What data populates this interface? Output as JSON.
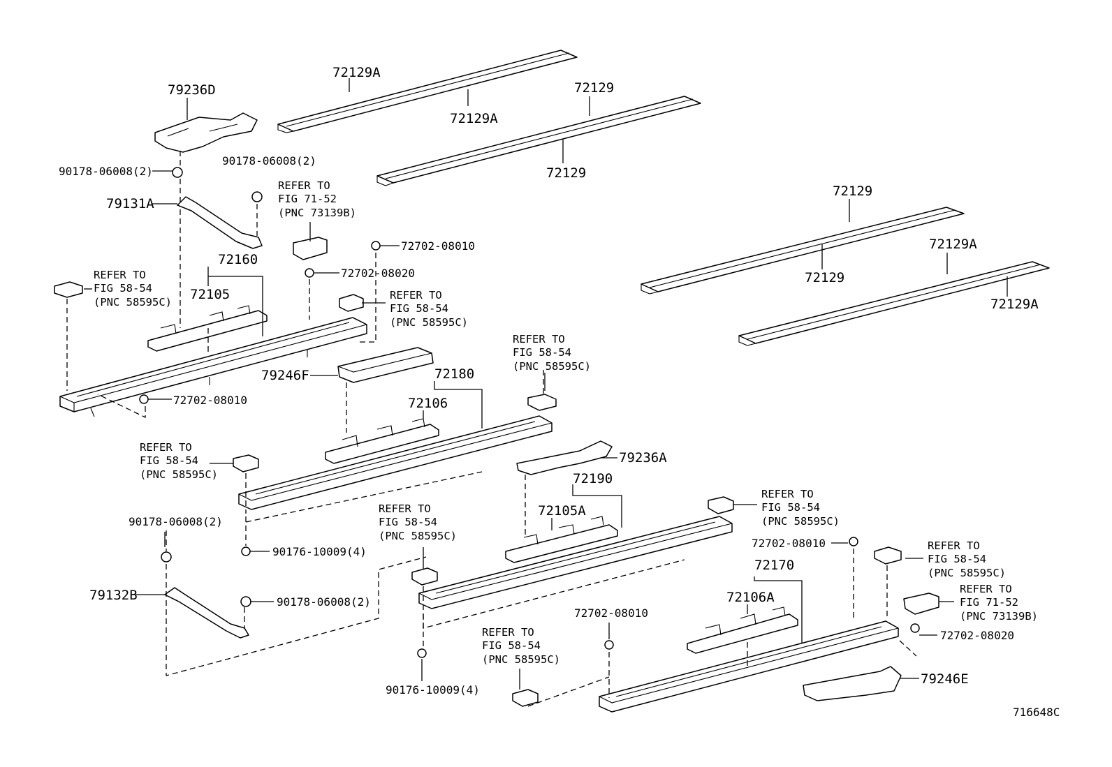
{
  "diagram": {
    "code": "716648C",
    "labels": {
      "l72129A_a": "72129A",
      "l72129A_b": "72129A",
      "l72129_a": "72129",
      "l72129_b": "72129",
      "l72129_c": "72129",
      "l72129_d": "72129",
      "l72129A_c": "72129A",
      "l72129A_d": "72129A",
      "l79236D": "79236D",
      "l90178_a": "90178-06008(2)",
      "l90178_b": "90178-06008(2)",
      "l79131A": "79131A",
      "l72702_08010_a": "72702-08010",
      "l72702_08020_a": "72702-08020",
      "l72160": "72160",
      "l72105": "72105",
      "l72702_08010_b": "72702-08010",
      "l79246F": "79246F",
      "l72180": "72180",
      "l72106": "72106",
      "l79236A": "79236A",
      "l72190": "72190",
      "l72105A": "72105A",
      "l90178_c": "90178-06008(2)",
      "l90176_a": "90176-10009(4)",
      "l79132B": "79132B",
      "l90178_d": "90178-06008(2)",
      "l72702_08010_c": "72702-08010",
      "l72170": "72170",
      "l72106A": "72106A",
      "l72702_08010_d": "72702-08010",
      "l72702_08020_b": "72702-08020",
      "l79246E": "79246E",
      "l90176_b": "90176-10009(4)"
    },
    "refs": {
      "r1": [
        "REFER TO",
        "FIG 71-52",
        "(PNC 73139B)"
      ],
      "r2": [
        "REFER TO",
        "FIG 58-54",
        "(PNC 58595C)"
      ],
      "r3": [
        "REFER TO",
        "FIG 58-54",
        "(PNC 58595C)"
      ],
      "r4": [
        "REFER TO",
        "FIG 58-54",
        "(PNC 58595C)"
      ],
      "r5": [
        "REFER TO",
        "FIG 58-54",
        "(PNC 58595C)"
      ],
      "r6": [
        "REFER TO",
        "FIG 58-54",
        "(PNC 58595C)"
      ],
      "r7": [
        "REFER TO",
        "FIG 58-54",
        "(PNC 58595C)"
      ],
      "r8": [
        "REFER TO",
        "FIG 58-54",
        "(PNC 58595C)"
      ],
      "r9": [
        "REFER TO",
        "FIG 71-52",
        "(PNC 73139B)"
      ],
      "r10": [
        "REFER TO",
        "FIG 58-54",
        "(PNC 58595C)"
      ]
    }
  }
}
